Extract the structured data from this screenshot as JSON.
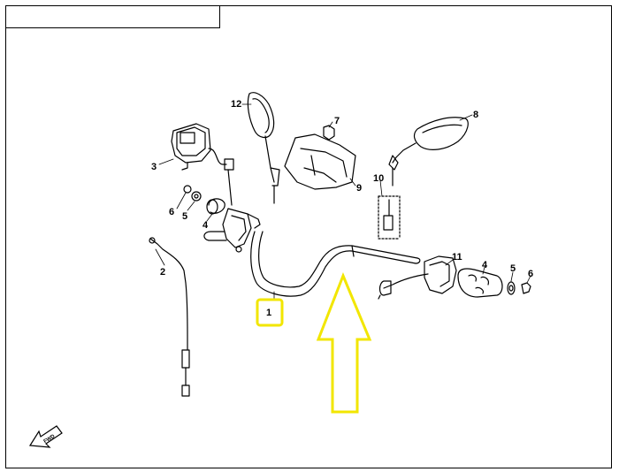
{
  "title": "",
  "highlight_color": "#f2e600",
  "callouts": {
    "c1": "1",
    "c2": "2",
    "c3": "3",
    "c4a": "4",
    "c4b": "4",
    "c5a": "5",
    "c5b": "5",
    "c6a": "6",
    "c6b": "6",
    "c7": "7",
    "c8": "8",
    "c9": "9",
    "c10": "10",
    "c11": "11",
    "c12": "12"
  },
  "direction_badge": "FWD"
}
